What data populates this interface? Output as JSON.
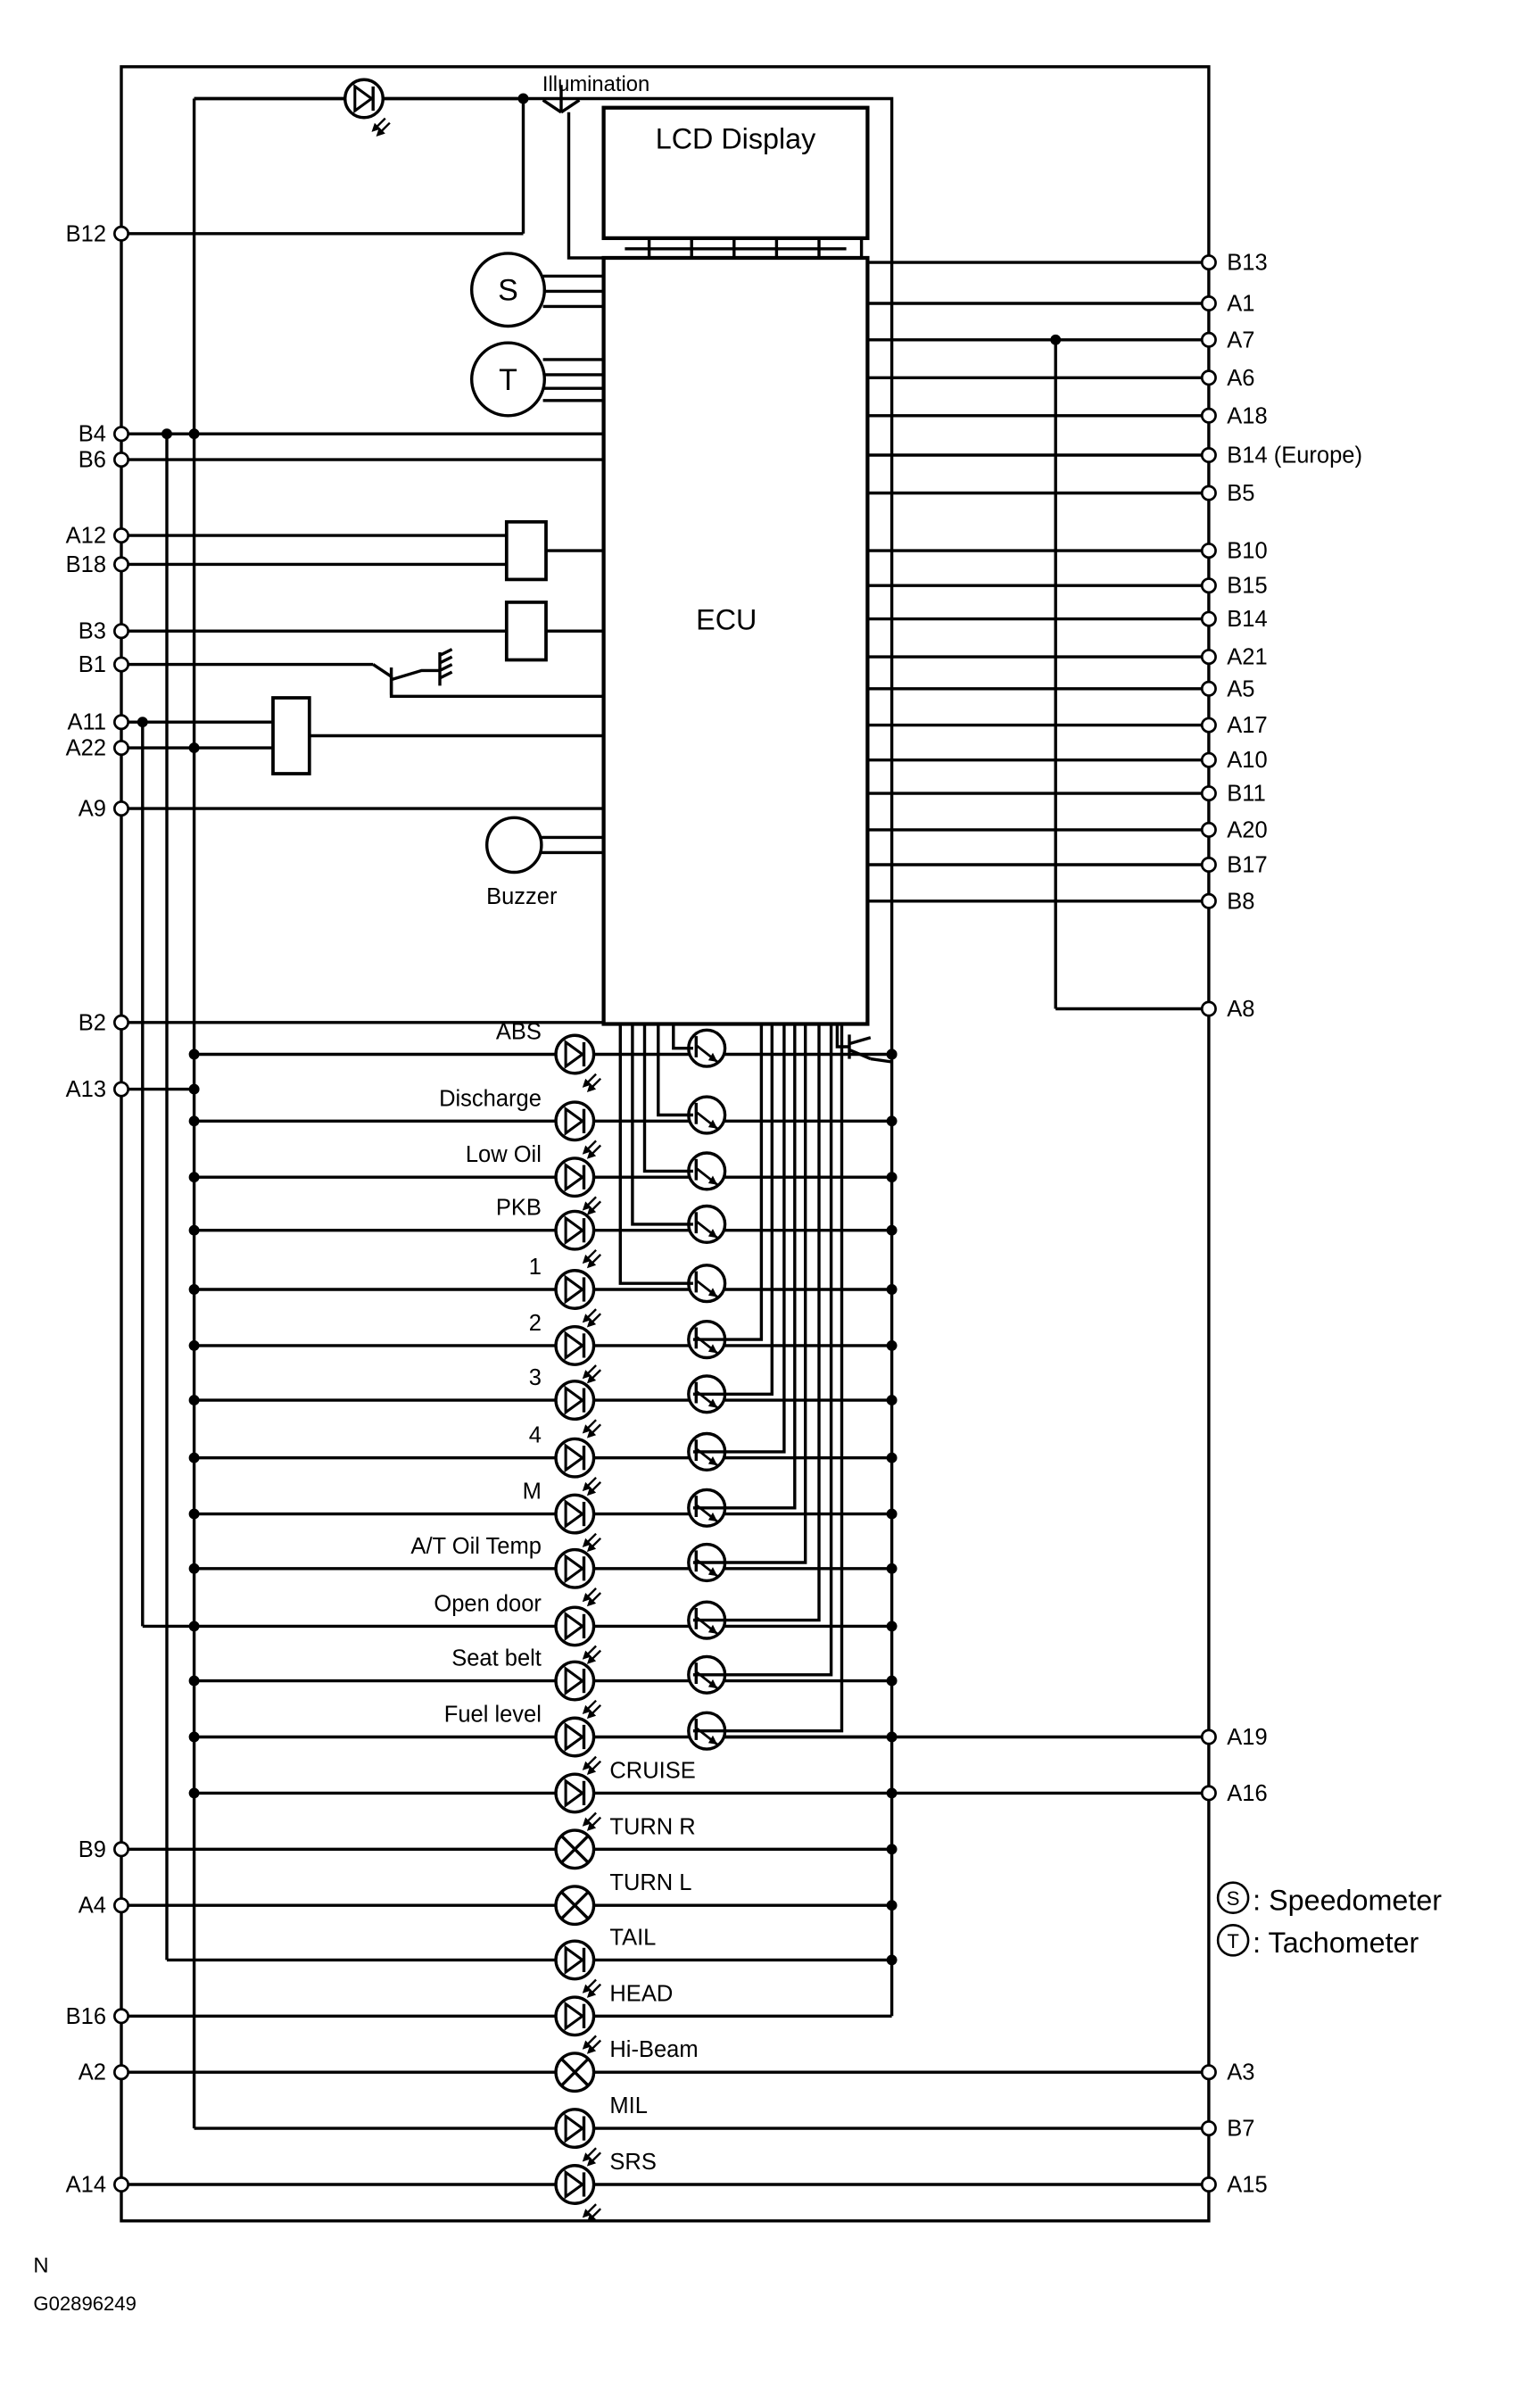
{
  "labels": {
    "illumination": "Illumination",
    "lcd": "LCD Display",
    "ecu": "ECU",
    "s": "S",
    "t": "T",
    "buzzer": "Buzzer",
    "legend_s": "S",
    "legend_s_text": ": Speedometer",
    "legend_t": "T",
    "legend_t_text": ": Tachometer",
    "footer_n": "N",
    "footer_code": "G02896249"
  },
  "left_terminals": [
    "B12",
    "B4",
    "B6",
    "A12",
    "B18",
    "B3",
    "B1",
    "A11",
    "A22",
    "A9",
    "B2",
    "A13",
    "B9",
    "A4",
    "B16",
    "A2",
    "A14"
  ],
  "right_terminals": [
    "B13",
    "A1",
    "A7",
    "A6",
    "A18",
    "B14 (Europe)",
    "B5",
    "B10",
    "B15",
    "B14",
    "A21",
    "A5",
    "A17",
    "A10",
    "B11",
    "A20",
    "B17",
    "B8",
    "A8",
    "A19",
    "A16",
    "A3",
    "B7",
    "A15"
  ],
  "indicators": [
    {
      "label": "ABS",
      "type": "led"
    },
    {
      "label": "Discharge",
      "type": "led"
    },
    {
      "label": "Low Oil",
      "type": "led"
    },
    {
      "label": "PKB",
      "type": "led"
    },
    {
      "label": "1",
      "type": "led"
    },
    {
      "label": "2",
      "type": "led"
    },
    {
      "label": "3",
      "type": "led"
    },
    {
      "label": "4",
      "type": "led"
    },
    {
      "label": "M",
      "type": "led"
    },
    {
      "label": "A/T Oil Temp",
      "type": "led"
    },
    {
      "label": "Open door",
      "type": "led"
    },
    {
      "label": "Seat belt",
      "type": "led"
    },
    {
      "label": "Fuel level",
      "type": "led"
    },
    {
      "label": "CRUISE",
      "type": "led"
    },
    {
      "label": "TURN R",
      "type": "bulb"
    },
    {
      "label": "TURN L",
      "type": "bulb"
    },
    {
      "label": "TAIL",
      "type": "led"
    },
    {
      "label": "HEAD",
      "type": "led"
    },
    {
      "label": "Hi-Beam",
      "type": "bulb"
    },
    {
      "label": "MIL",
      "type": "led"
    },
    {
      "label": "SRS",
      "type": "led"
    }
  ]
}
